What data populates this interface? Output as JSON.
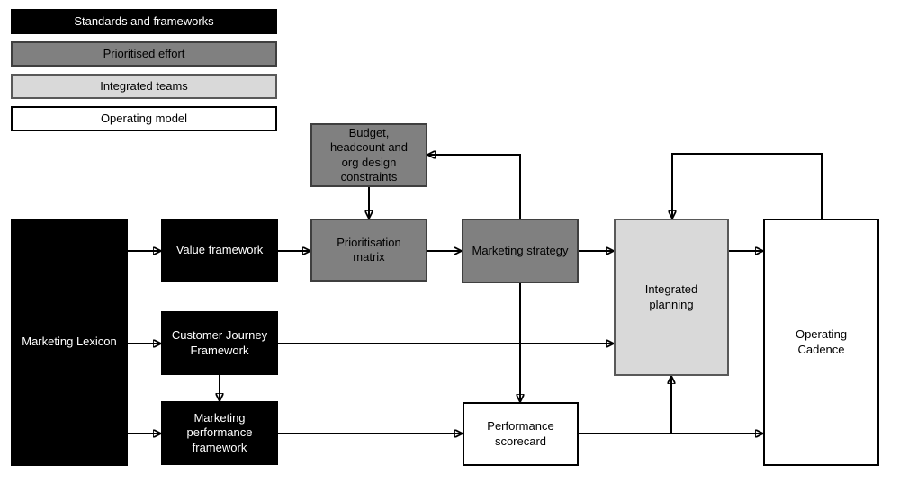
{
  "colors": {
    "black_fill": "#000000",
    "dark_gray_fill": "#808080",
    "dark_gray_border": "#3f3f3f",
    "light_gray_fill": "#d9d9d9",
    "light_gray_border": "#595959",
    "white_fill": "#ffffff",
    "black_border": "#000000",
    "arrow": "#000000",
    "text_on_dark": "#ffffff",
    "text_on_light": "#000000"
  },
  "legend": {
    "items": [
      {
        "label": "Standards and frameworks",
        "style": "black"
      },
      {
        "label": "Prioritised effort",
        "style": "dark-gray"
      },
      {
        "label": "Integrated teams",
        "style": "light-gray"
      },
      {
        "label": "Operating model",
        "style": "white"
      }
    ]
  },
  "nodes": {
    "marketing_lexicon": "Marketing Lexicon",
    "value_framework": "Value framework",
    "customer_journey": "Customer Journey\nFramework",
    "marketing_performance": "Marketing\nperformance\nframework",
    "budget_constraints": "Budget,\nheadcount and\norg design\nconstraints",
    "prioritisation_matrix": "Prioritisation\nmatrix",
    "marketing_strategy": "Marketing strategy",
    "performance_scorecard": "Performance\nscorecard",
    "integrated_planning": "Integrated\nplanning",
    "operating_cadence": "Operating\nCadence"
  },
  "edges": [
    {
      "from": "Marketing Lexicon",
      "to": "Value framework"
    },
    {
      "from": "Marketing Lexicon",
      "to": "Customer Journey Framework"
    },
    {
      "from": "Marketing Lexicon",
      "to": "Marketing performance framework"
    },
    {
      "from": "Value framework",
      "to": "Prioritisation matrix"
    },
    {
      "from": "Budget, headcount and org design constraints",
      "to": "Prioritisation matrix"
    },
    {
      "from": "Prioritisation matrix",
      "to": "Marketing strategy"
    },
    {
      "from": "Marketing strategy",
      "to": "Budget, headcount and org design constraints"
    },
    {
      "from": "Marketing strategy",
      "to": "Integrated planning"
    },
    {
      "from": "Marketing strategy",
      "to": "Performance scorecard"
    },
    {
      "from": "Customer Journey Framework",
      "to": "Integrated planning"
    },
    {
      "from": "Customer Journey Framework",
      "to": "Marketing performance framework"
    },
    {
      "from": "Marketing performance framework",
      "to": "Performance scorecard"
    },
    {
      "from": "Performance scorecard",
      "to": "Integrated planning"
    },
    {
      "from": "Performance scorecard",
      "to": "Operating Cadence"
    },
    {
      "from": "Integrated planning",
      "to": "Operating Cadence"
    },
    {
      "from": "Operating Cadence",
      "to": "Integrated planning"
    }
  ]
}
